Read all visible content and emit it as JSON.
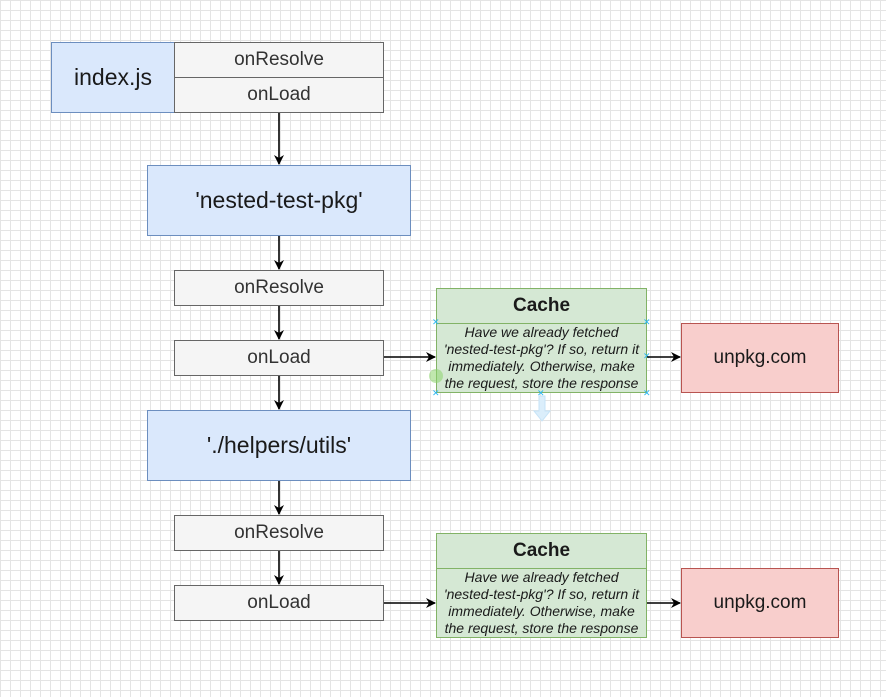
{
  "diagram": {
    "index_box": {
      "label": "index.js",
      "on_resolve": "onResolve",
      "on_load": "onLoad"
    },
    "nested_pkg": {
      "label": "'nested-test-pkg'",
      "on_resolve": "onResolve",
      "on_load": "onLoad",
      "cache_title": "Cache",
      "cache_text": "Have we already fetched 'nested-test-pkg'? If so, return it immediately. Otherwise, make the request, store the response",
      "remote": "unpkg.com"
    },
    "helpers_utils": {
      "label": "'./helpers/utils'",
      "on_resolve": "onResolve",
      "on_load": "onLoad",
      "cache_title": "Cache",
      "cache_text": "Have we already fetched 'nested-test-pkg'? If so, return it immediately. Otherwise, make the request, store the response",
      "remote": "unpkg.com"
    },
    "colors": {
      "blue_fill": "#dae8fc",
      "gray_fill": "#f5f5f5",
      "green_fill": "#d5e8d4",
      "red_fill": "#f8cecc"
    }
  }
}
